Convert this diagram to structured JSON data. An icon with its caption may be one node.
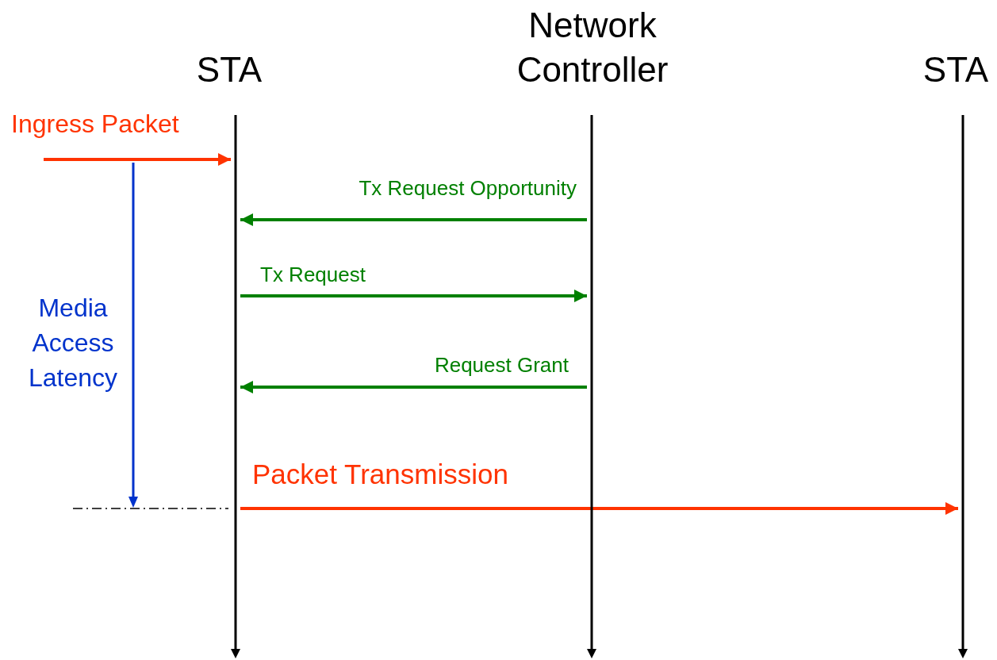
{
  "diagram": {
    "nodes": [
      {
        "text": [
          "STA"
        ]
      },
      {
        "text": [
          "Network Controller"
        ]
      },
      {
        "text": [
          "STA"
        ]
      },
      {
        "text": [],
        "shape": "bar"
      },
      {
        "text": [],
        "shape": "bar"
      },
      {
        "text": [],
        "shape": "bar"
      }
    ],
    "edges": [
      {
        "from": null,
        "to": 3,
        "arrow": "to",
        "label": "Ingress Packet",
        "color": "#ff3300"
      },
      {
        "from": 4,
        "to": 3,
        "arrow": "to",
        "label": "Tx Request Opportunity"
      },
      {
        "from": 3,
        "to": 4,
        "arrow": "to",
        "label": "Tx Request"
      },
      {
        "from": 4,
        "to": 3,
        "arrow": "to",
        "label": "Request Grant"
      },
      {
        "from": 3,
        "to": 5,
        "arrow": "to",
        "label": "Packet Transmission",
        "color": "#ff3300"
      }
    ],
    "labels": [
      "Media Access Latency"
    ]
  }
}
